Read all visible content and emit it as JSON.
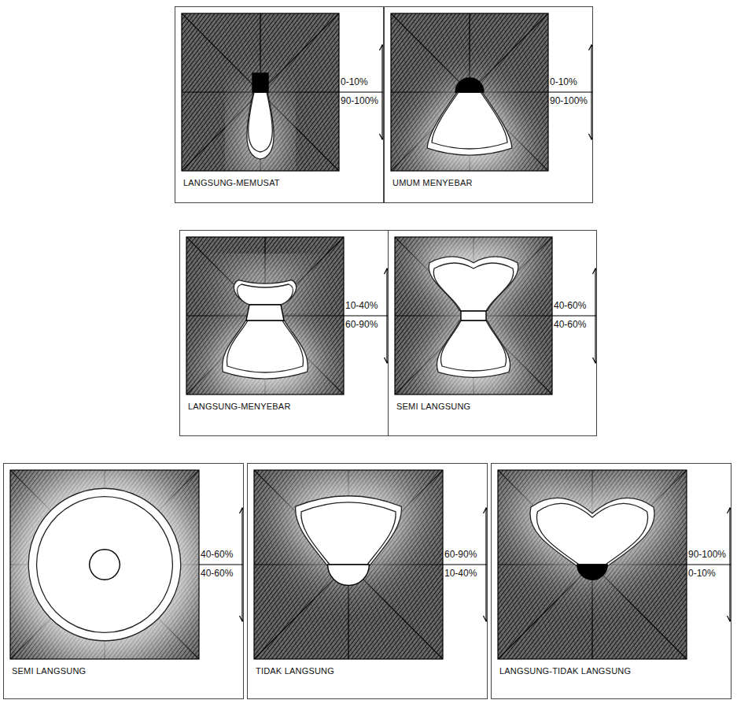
{
  "diagram": {
    "nodes": [
      {
        "text": [
          "LANGSUNG-MEMUSAT"
        ]
      },
      {
        "text": [
          "UMUM MENYEBAR"
        ]
      },
      {
        "text": [
          "LANGSUNG-MENYEBAR"
        ]
      },
      {
        "text": [
          "SEMI LANGSUNG"
        ]
      },
      {
        "text": [
          "SEMI LANGSUNG"
        ]
      },
      {
        "text": [
          "TIDAK LANGSUNG"
        ]
      },
      {
        "text": [
          "LANGSUNG-TIDAK LANGSUNG"
        ]
      }
    ],
    "labels": [
      "0-10%",
      "90-100%",
      "0-10%",
      "90-100%",
      "10-40%",
      "60-90%",
      "40-60%",
      "40-60%",
      "40-60%",
      "40-60%",
      "60-90%",
      "10-40%",
      "90-100%",
      "0-10%"
    ]
  }
}
